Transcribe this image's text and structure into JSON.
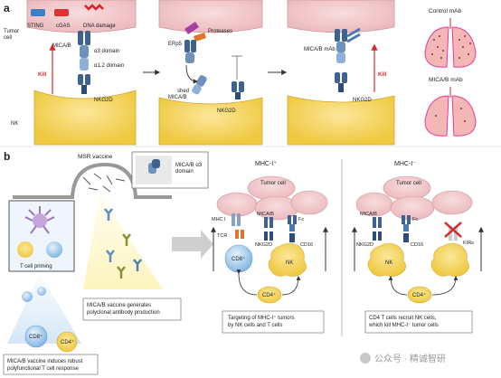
{
  "panel_a": {
    "label": "a",
    "step1": {
      "sting": "STING",
      "cgas": "cGAS",
      "dna_damage": "DNA damage",
      "tumor_cell": "Tumor\ncell",
      "mica": "MICA/B",
      "a3": "α3 domain",
      "a12": "α1,2 domain",
      "kill": "Kill",
      "nk": "NK",
      "nkg2d": "NKG2D"
    },
    "step2": {
      "proteases": "Proteases",
      "erp5": "ERp5",
      "shed": "shed\nMICA/B",
      "nkg2d": "NKG2D"
    },
    "step3": {
      "mab": "MICA/B mAb",
      "kill": "Kill",
      "nkg2d": "NKG2D"
    },
    "lungs": {
      "control": "Control mAb",
      "mica": "MICA/B mAb"
    }
  },
  "panel_b": {
    "label": "b",
    "msr_vaccine": "MSR vaccine",
    "mica_a3_domain": "MICA/B α3\ndomain",
    "t_cell_priming": "T cell priming",
    "antibody_text": "MICA/B vaccine generates\npolyclonal antibody production",
    "tcell_text": "MICA/B vaccine induces robust\npolyfunctional T cell response",
    "cd8": "CD8⁺",
    "cd4": "CD4⁺",
    "mhc_pos": {
      "title": "MHC-I⁺",
      "tumor_cell": "Tumor cell",
      "mhc_i": "MHC I",
      "mica": "MICA/B",
      "fc": "Fc",
      "tcr": "TCR",
      "nkg2d": "NKG2D",
      "cd16": "CD16",
      "cd8": "CD8⁺",
      "nk": "NK",
      "cd4": "CD4⁺",
      "caption": "Targeting of MHC-I⁺ tumors\nby NK cells and T cells"
    },
    "mhc_neg": {
      "title": "MHC-I⁻",
      "tumor_cell": "Tumor cell",
      "mica": "MICA/B",
      "fc": "Fc",
      "nkg2d": "NKG2D",
      "cd16": "CD16",
      "kirs": "KIRs",
      "nk": "NK",
      "cd4": "CD4⁺",
      "caption": "CD4 T cells recruit NK cells,\nwhich kill MHC-I⁻ tumor cells"
    }
  },
  "watermark": "公众号 · 精诚智研",
  "colors": {
    "tumor": "#f2c9cc",
    "nk": "#f6d76a",
    "receptor": "#3f628f",
    "kill": "#d42a2a",
    "lung": "#f3b8b5",
    "cd8": "#9cc6ea"
  }
}
